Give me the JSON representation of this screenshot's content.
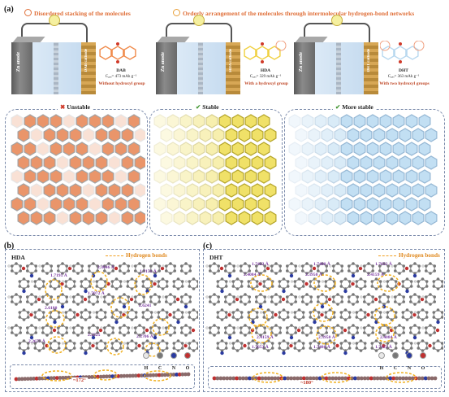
{
  "panel_a": {
    "label": "(a)",
    "header_left": "Disordered stacking of the molecules",
    "header_right": "Orderly arrangement of the molecules through intermolecular hydrogen-bond networks",
    "cells": [
      {
        "anode": "Zn anode",
        "cathode": "DAB cathode",
        "mol": "DAB",
        "capacity": "C₀ₑₒ= 473 mAh g⁻¹",
        "desc": "Without hydroxyl group",
        "status_icon": "✖",
        "status": "Unstable",
        "status_color": "#d03a2a"
      },
      {
        "anode": "Zn anode",
        "cathode": "HDA cathode",
        "mol": "HDA",
        "capacity": "C₀ₑₒ= 329 mAh g⁻¹",
        "desc": "With a hydroxyl group",
        "status_icon": "✔",
        "status": "Stable",
        "status_color": "#4a9a3a"
      },
      {
        "anode": "Zn anode",
        "cathode": "DHT cathode",
        "mol": "DHT",
        "capacity": "C₀ₑₒ= 363 mAh g⁻¹",
        "desc": "With two hydroxyl groups",
        "status_icon": "✔",
        "status": "More stable",
        "status_color": "#4a9a3a"
      }
    ]
  },
  "panel_b": {
    "label": "(b)",
    "title": "HDA",
    "legend": "Hydrogen bonds",
    "distances": [
      "1.7195 Å",
      "2.3046 Å",
      "1.7151 Å",
      "2.6180",
      "1.7072 Å",
      "2.6241",
      "2.2677 Å",
      "2.2325",
      "2.2706 Å"
    ],
    "atoms": [
      "H",
      "C",
      "N",
      "O"
    ],
    "angle": "~172°"
  },
  "panel_c": {
    "label": "(c)",
    "title": "DHT",
    "legend": "Hydrogen bonds",
    "distances": [
      "1.7423 Å",
      "1.7480 Å",
      "1.7652 Å",
      "2.4084 Å",
      "2.3950 Å",
      "2.4159 Å",
      "2.4159 Å",
      "2.3950 Å",
      "2.4084 Å",
      "1.7653 Å",
      "1.7480 Å",
      "1.7422 Å"
    ],
    "atoms": [
      "H",
      "C",
      "N",
      "O"
    ],
    "angle": "~180°"
  }
}
